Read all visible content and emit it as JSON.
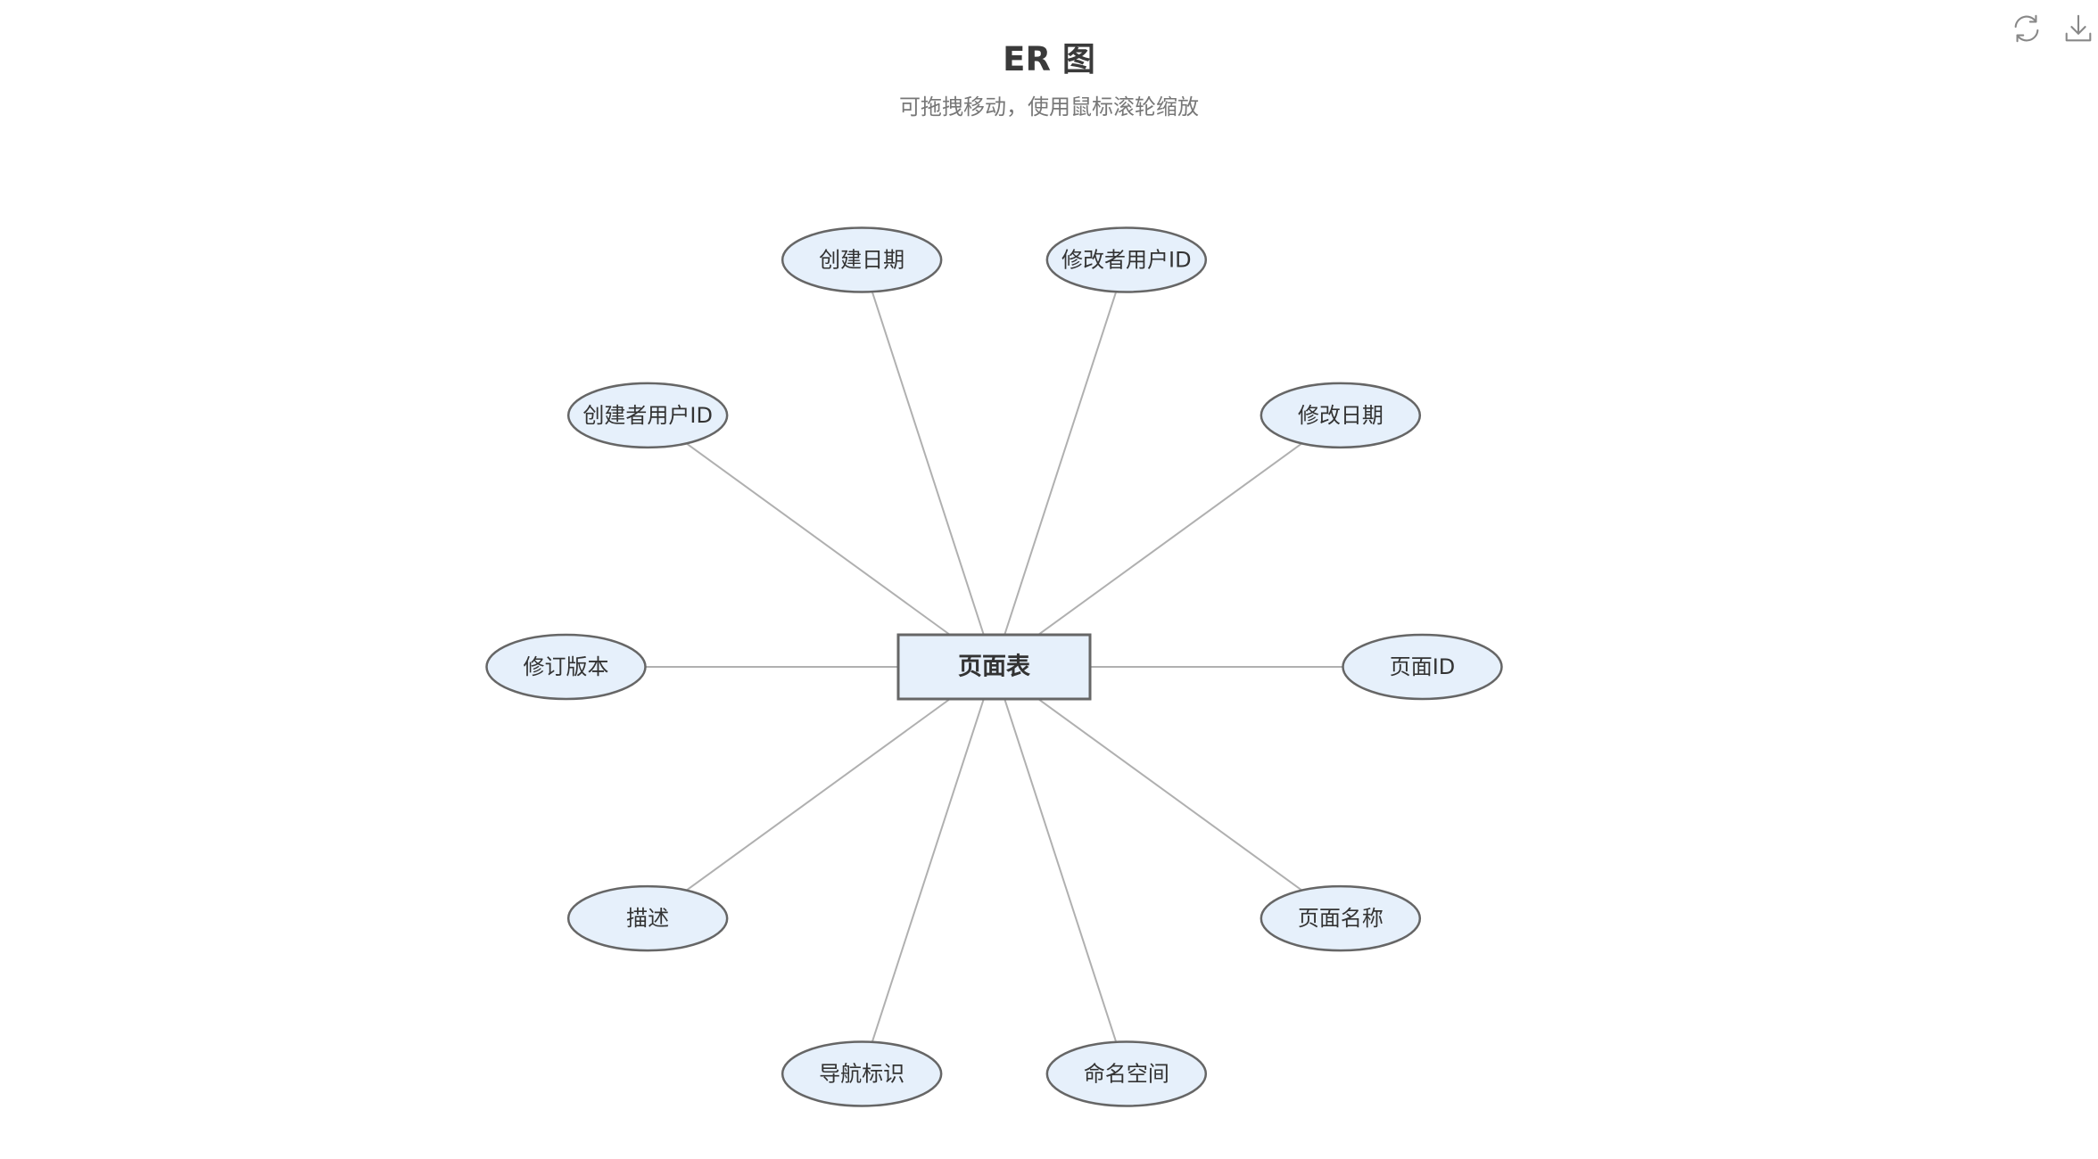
{
  "header": {
    "title": "ER 图",
    "subtitle": "可拖拽移动，使用鼠标滚轮缩放"
  },
  "toolbar": {
    "refresh_icon": "refresh-icon",
    "download_icon": "download-icon"
  },
  "colors": {
    "entity_fill": "#e6f0fb",
    "entity_stroke": "#666666",
    "attribute_fill": "#e6f0fb",
    "attribute_stroke": "#666666",
    "edge": "#b0b0b0",
    "text": "#333333"
  },
  "diagram": {
    "entity": {
      "label": "页面表"
    },
    "attributes": [
      {
        "label": "页面ID"
      },
      {
        "label": "修改日期"
      },
      {
        "label": "修改者用户ID"
      },
      {
        "label": "创建日期"
      },
      {
        "label": "创建者用户ID"
      },
      {
        "label": "修订版本"
      },
      {
        "label": "描述"
      },
      {
        "label": "导航标识"
      },
      {
        "label": "命名空间"
      },
      {
        "label": "页面名称"
      }
    ]
  }
}
